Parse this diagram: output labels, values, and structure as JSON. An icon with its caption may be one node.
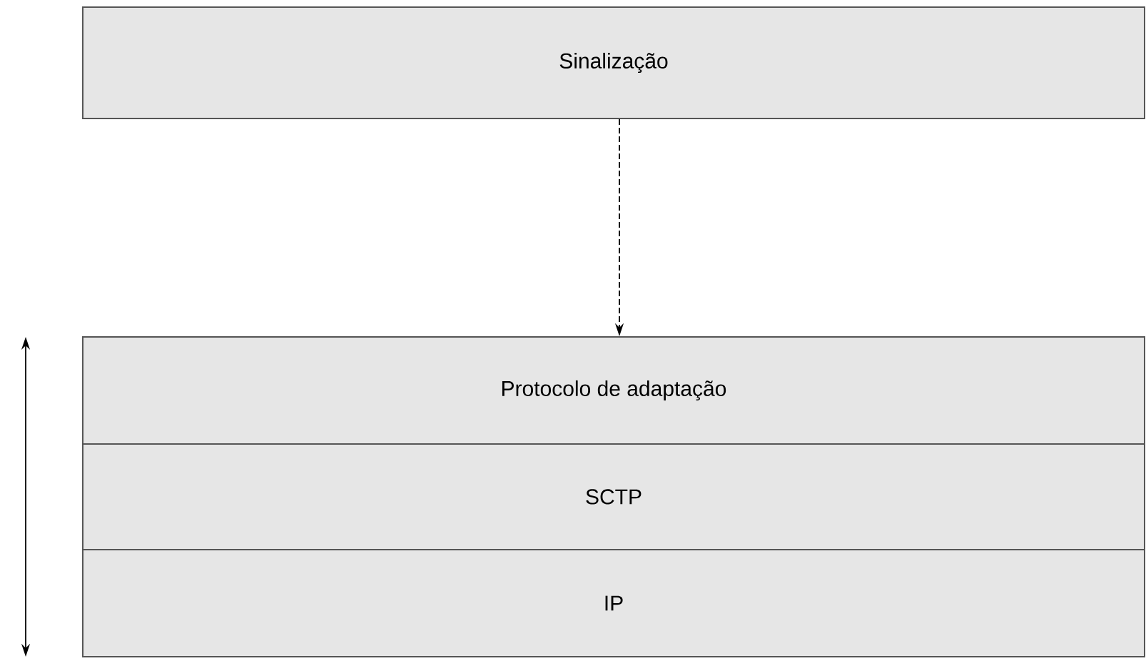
{
  "diagram": {
    "nodes": [
      {
        "text": [
          "Sinalização"
        ]
      },
      {
        "text": [
          "Protocolo de adaptação"
        ]
      },
      {
        "text": [
          "SCTP"
        ]
      },
      {
        "text": [
          "IP"
        ]
      }
    ],
    "edges": [
      {
        "from": 0,
        "to": 1,
        "arrow": "to",
        "style": "dashed"
      }
    ]
  }
}
